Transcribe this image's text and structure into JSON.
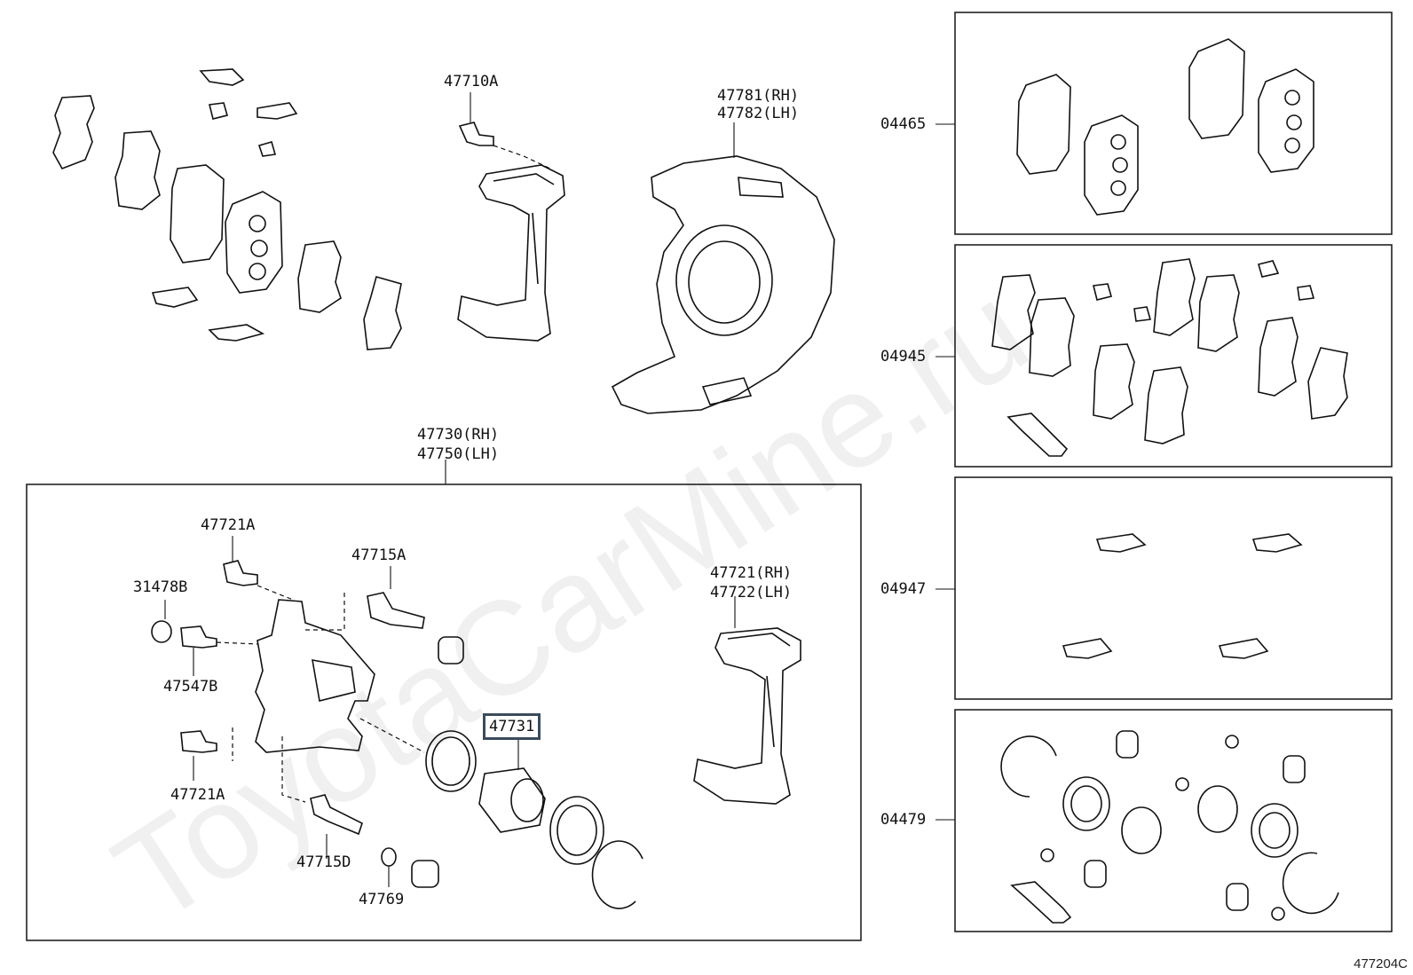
{
  "watermark": "ToyotaCarMine.ru",
  "footer_code": "477204C",
  "labels": {
    "p47710A": "47710A",
    "p47781": "47781(RH)",
    "p47782": "47782(LH)",
    "p47730": "47730(RH)",
    "p47750": "47750(LH)",
    "p47721A_top": "47721A",
    "p47715A": "47715A",
    "p31478B": "31478B",
    "p47547B": "47547B",
    "p47721": "47721(RH)",
    "p47722": "47722(LH)",
    "p47731": "47731",
    "p47721A_bottom": "47721A",
    "p47715D": "47715D",
    "p47769": "47769"
  },
  "kits": [
    {
      "code": "04465"
    },
    {
      "code": "04945"
    },
    {
      "code": "04947"
    },
    {
      "code": "04479"
    }
  ],
  "highlighted_part": "47731"
}
